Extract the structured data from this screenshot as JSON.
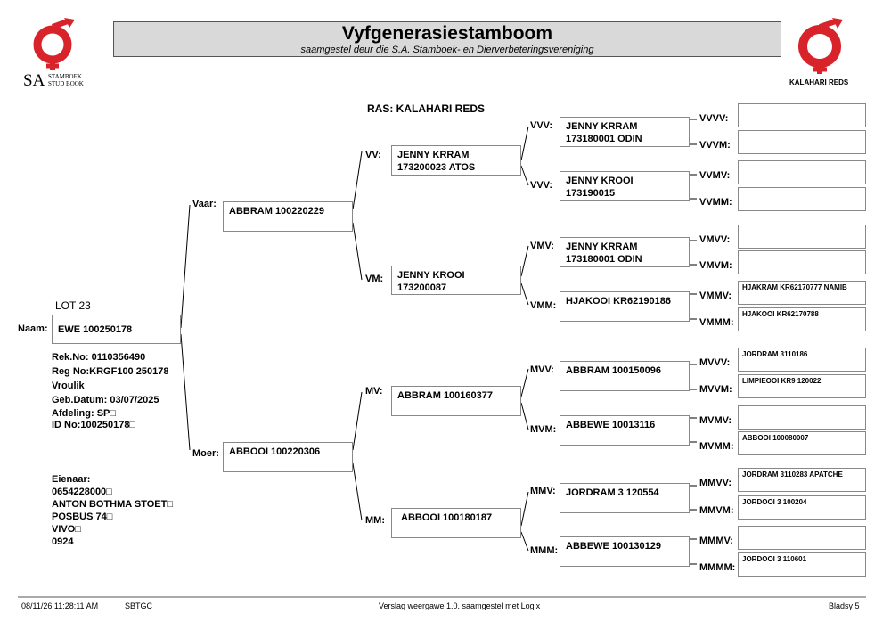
{
  "header": {
    "title": "Vyfgenerasiestamboom",
    "subtitle": "saamgestel deur die S.A. Stamboek- en Dierverbeteringsvereniging",
    "logo_left_text1": "SA",
    "logo_left_text2": "STAMBOEK",
    "logo_left_text3": "STUD BOOK",
    "logo_right_text": "KALAHARI REDS",
    "brand_color": "#d9232a"
  },
  "breed": "RAS: KALAHARI REDS",
  "animal": {
    "lot": "LOT 23",
    "name_label": "Naam:",
    "name": "EWE 100250178",
    "details": [
      "Rek.No: 0110356490",
      "Reg No:KRGF100 250178",
      "Vroulik",
      "Geb.Datum: 03/07/2025",
      "Afdeling: SP□",
      "ID No:100250178□"
    ],
    "owner": [
      "Eienaar:",
      "0654228000□",
      "ANTON BOTHMA STOET□",
      "POSBUS 74□",
      "VIVO□",
      "0924"
    ]
  },
  "gen1": {
    "vaar_label": "Vaar:",
    "vaar": "ABBRAM 100220229",
    "moer_label": "Moer:",
    "moer": "ABBOOI 100220306"
  },
  "gen2": {
    "vv_label": "VV:",
    "vv": [
      "JENNY KRRAM",
      "173200023 ATOS"
    ],
    "vm_label": "VM:",
    "vm": [
      "JENNY KROOI",
      "173200087"
    ],
    "mv_label": "MV:",
    "mv": [
      "ABBRAM 100160377"
    ],
    "mm_label": "MM:",
    "mm": [
      "ABBOOI 100180187"
    ]
  },
  "gen3": {
    "vvv_label": "VVV:",
    "vvv": [
      "JENNY KRRAM",
      "173180001 ODIN"
    ],
    "vvm_label": "VVV:",
    "vvm": [
      "JENNY KROOI",
      "173190015"
    ],
    "vmv_label": "VMV:",
    "vmv": [
      "JENNY KRRAM",
      "173180001 ODIN"
    ],
    "vmm_label": "VMM:",
    "vmm": [
      "HJAKOOI KR62190186"
    ],
    "mvv_label": "MVV:",
    "mvv": [
      "ABBRAM 100150096"
    ],
    "mvm_label": "MVM:",
    "mvm": [
      "ABBEWE 10013116"
    ],
    "mmv_label": "MMV:",
    "mmv": [
      "JORDRAM 3 120554"
    ],
    "mmm_label": "MMM:",
    "mmm": [
      "ABBEWE 100130129"
    ]
  },
  "gen4": [
    {
      "label": "VVVV:",
      "text": ""
    },
    {
      "label": "VVVM:",
      "text": ""
    },
    {
      "label": "VVMV:",
      "text": ""
    },
    {
      "label": "VVMM:",
      "text": ""
    },
    {
      "label": "VMVV:",
      "text": ""
    },
    {
      "label": "VMVM:",
      "text": ""
    },
    {
      "label": "VMMV:",
      "text": "HJAKRAM KR62170777 NAMIB"
    },
    {
      "label": "VMMM:",
      "text": "HJAKOOI KR62170788"
    },
    {
      "label": "MVVV:",
      "text": "JORDRAM 3110186"
    },
    {
      "label": "MVVM:",
      "text": "LIMPIEOOI KR9 120022"
    },
    {
      "label": "MVMV:",
      "text": ""
    },
    {
      "label": "MVMM:",
      "text": "ABBOOI 100080007"
    },
    {
      "label": "MMVV:",
      "text": "JORDRAM 3110283 APATCHE"
    },
    {
      "label": "MMVM:",
      "text": "JORDOOI 3 100204"
    },
    {
      "label": "MMMV:",
      "text": ""
    },
    {
      "label": "MMMM:",
      "text": "JORDOOI 3 110601"
    }
  ],
  "footer": {
    "datetime": "08/11/26 11:28:11 AM",
    "code": "SBTGC",
    "center": "Verslag weergawe 1.0. saamgestel met Logix",
    "page": "Bladsy 5"
  }
}
